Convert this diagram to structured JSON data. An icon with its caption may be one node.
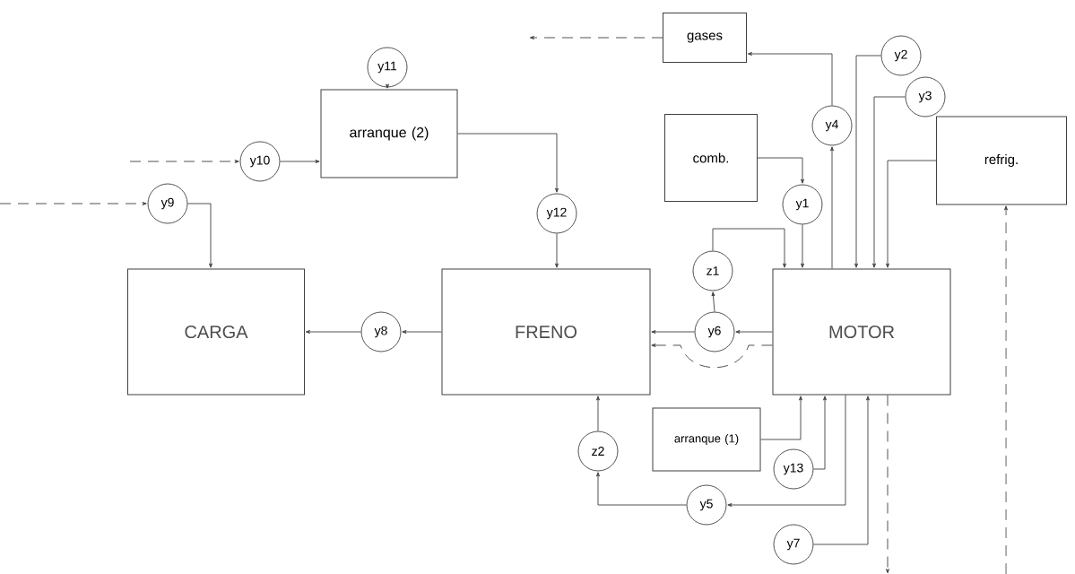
{
  "diagram": {
    "nodes": [
      {
        "text": [
          "gases"
        ]
      },
      {
        "text": [
          "y11"
        ]
      },
      {
        "text": [
          "y2"
        ]
      },
      {
        "text": [
          "y3"
        ]
      },
      {
        "text": [
          "arranque (2)"
        ]
      },
      {
        "text": [
          "y10"
        ]
      },
      {
        "text": [
          "comb."
        ]
      },
      {
        "text": [
          "y4"
        ]
      },
      {
        "text": [
          "refrig."
        ]
      },
      {
        "text": [
          "y9"
        ]
      },
      {
        "text": [
          "y12"
        ]
      },
      {
        "text": [
          "y1"
        ]
      },
      {
        "text": [
          "CARGA"
        ]
      },
      {
        "text": [
          "FRENO"
        ]
      },
      {
        "text": [
          "z1"
        ]
      },
      {
        "text": [
          "MOTOR"
        ]
      },
      {
        "text": [
          "y8"
        ]
      },
      {
        "text": [
          "y6"
        ]
      },
      {
        "text": [
          "z2"
        ]
      },
      {
        "text": [
          "arranque (1)"
        ]
      },
      {
        "text": [
          "y13"
        ]
      },
      {
        "text": [
          "y5"
        ]
      },
      {
        "text": [
          "y7"
        ]
      }
    ],
    "edges": [
      {
        "from": null,
        "to": 5,
        "arrow": "to",
        "style": "dashed"
      },
      {
        "from": 5,
        "to": 4,
        "arrow": "to"
      },
      {
        "from": 1,
        "to": 4,
        "arrow": "to"
      },
      {
        "from": 4,
        "to": 10,
        "arrow": "to"
      },
      {
        "from": 10,
        "to": 13,
        "arrow": "to"
      },
      {
        "from": null,
        "to": 9,
        "arrow": "to",
        "style": "dashed"
      },
      {
        "from": 9,
        "to": 12,
        "arrow": "to"
      },
      {
        "from": 13,
        "to": 16,
        "arrow": "to"
      },
      {
        "from": 16,
        "to": 12,
        "arrow": "to"
      },
      {
        "from": 15,
        "to": 17,
        "arrow": "to"
      },
      {
        "from": 17,
        "to": 13,
        "arrow": "to"
      },
      {
        "from": 17,
        "to": 14,
        "arrow": "to"
      },
      {
        "from": 14,
        "to": 15,
        "arrow": "to"
      },
      {
        "from": 15,
        "to": 13,
        "arrow": "to",
        "style": "dashed"
      },
      {
        "from": 6,
        "to": 11,
        "arrow": "to"
      },
      {
        "from": 11,
        "to": 15,
        "arrow": "to"
      },
      {
        "from": 15,
        "to": 7,
        "arrow": "to"
      },
      {
        "from": 7,
        "to": 0,
        "arrow": "to"
      },
      {
        "from": 0,
        "to": null,
        "arrow": "to",
        "style": "dashed"
      },
      {
        "from": 2,
        "to": 15,
        "arrow": "to"
      },
      {
        "from": 3,
        "to": 15,
        "arrow": "to"
      },
      {
        "from": 8,
        "to": 15,
        "arrow": "to"
      },
      {
        "from": 19,
        "to": 15,
        "arrow": "to"
      },
      {
        "from": 20,
        "to": 15,
        "arrow": "to"
      },
      {
        "from": 15,
        "to": 21,
        "arrow": "to"
      },
      {
        "from": 21,
        "to": 18,
        "arrow": "to"
      },
      {
        "from": 18,
        "to": 13,
        "arrow": "to"
      },
      {
        "from": 22,
        "to": 15,
        "arrow": "to"
      },
      {
        "from": 15,
        "to": null,
        "arrow": "to",
        "style": "dashed"
      },
      {
        "from": null,
        "to": 8,
        "arrow": "to",
        "style": "dashed"
      }
    ]
  }
}
